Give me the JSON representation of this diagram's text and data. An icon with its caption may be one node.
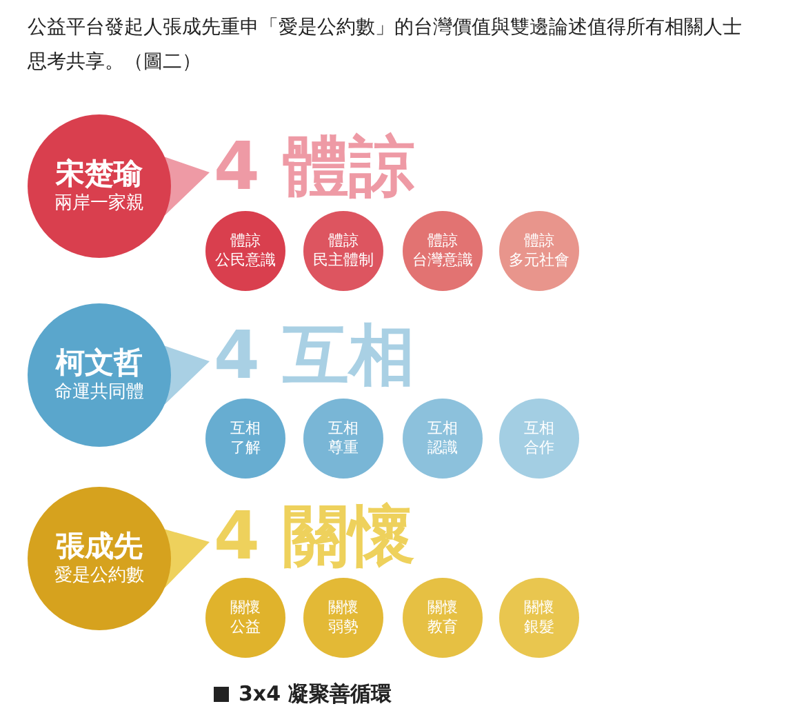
{
  "diagram": {
    "title": "公益平台發起人張成先重申「愛是公約數」的台灣價值與雙邊論述值得所有相關人士思考共享。（圖二）",
    "nodes": [
      {
        "text": [
          "宋楚瑜",
          "兩岸一家親"
        ]
      },
      {
        "text": [
          "4 體諒"
        ]
      },
      {
        "text": [
          "體諒",
          "公民意識"
        ]
      },
      {
        "text": [
          "體諒",
          "民主體制"
        ]
      },
      {
        "text": [
          "體諒",
          "台灣意識"
        ]
      },
      {
        "text": [
          "體諒",
          "多元社會"
        ]
      },
      {
        "text": [
          "柯文哲",
          "命運共同體"
        ]
      },
      {
        "text": [
          "4 互相"
        ]
      },
      {
        "text": [
          "互相",
          "了解"
        ]
      },
      {
        "text": [
          "互相",
          "尊重"
        ]
      },
      {
        "text": [
          "互相",
          "認識"
        ]
      },
      {
        "text": [
          "互相",
          "合作"
        ]
      },
      {
        "text": [
          "張成先",
          "愛是公約數"
        ]
      },
      {
        "text": [
          "4 關懷"
        ]
      },
      {
        "text": [
          "關懷",
          "公益"
        ]
      },
      {
        "text": [
          "關懷",
          "弱勢"
        ]
      },
      {
        "text": [
          "關懷",
          "教育"
        ]
      },
      {
        "text": [
          "關懷",
          "銀髮"
        ]
      }
    ],
    "edges": [
      {
        "from": 0,
        "to": 1,
        "arrow": "to",
        "color": "#ee9aa5"
      },
      {
        "from": 6,
        "to": 7,
        "arrow": "to",
        "color": "#a9d0e4"
      },
      {
        "from": 12,
        "to": 13,
        "arrow": "to",
        "color": "#eed15c"
      }
    ],
    "labels": [
      "3x4 凝聚善循環"
    ]
  }
}
